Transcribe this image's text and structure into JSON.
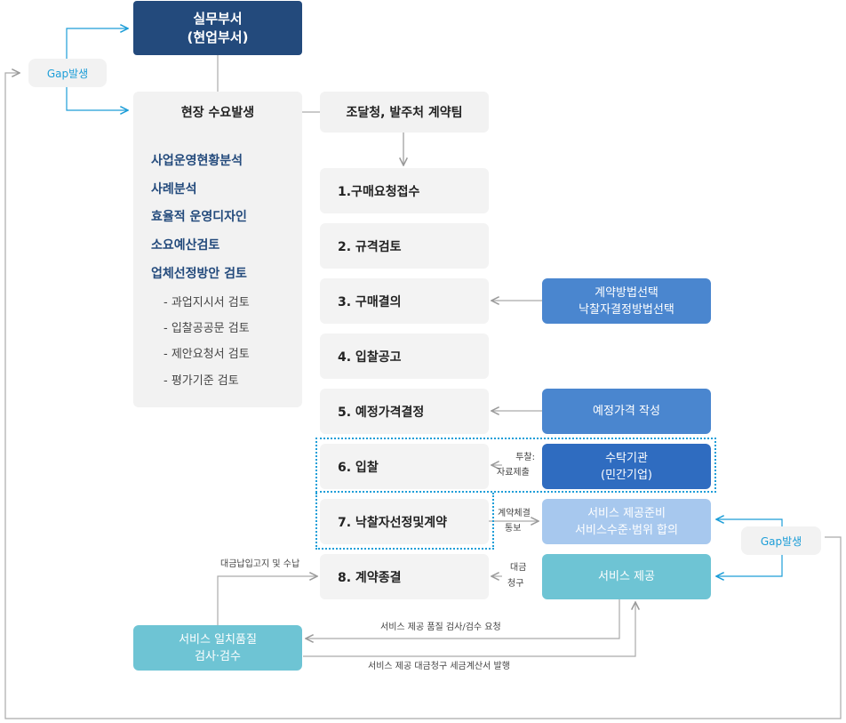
{
  "dept_box": {
    "line1": "실무부서",
    "line2": "(현업부서)"
  },
  "demand_box": {
    "label": "현장 수요발생"
  },
  "procure_box": {
    "label": "조달청, 발주처 계약팀"
  },
  "gap_left": {
    "label": "Gap발생"
  },
  "gap_right": {
    "label": "Gap발생"
  },
  "panel": {
    "items": [
      "사업운영현황분석",
      "사례분석",
      "효율적 운영디자인",
      "소요예산검토",
      "업체선정방안 검토"
    ],
    "sub_items": [
      "- 과업지시서 검토",
      "- 입찰공공문 검토",
      "- 제안요청서 검토",
      "- 평가기준 검토"
    ]
  },
  "steps": [
    "1.구매요청접수",
    "2. 규격검토",
    "3. 구매결의",
    "4. 입찰공고",
    "5.  예정가격결정",
    "6. 입찰",
    "7. 낙찰자선정및계약",
    "8. 계약종결"
  ],
  "side_boxes": {
    "contract_method": {
      "line1": "계약방법선택",
      "line2": "낙찰자결정방법선택"
    },
    "price": {
      "line1": "예정가격 작성"
    },
    "contractor": {
      "line1": "수탁기관",
      "line2": "(민간기업)"
    },
    "service_prep": {
      "line1": "서비스 제공준비",
      "line2": "서비스수준·범위 합의"
    },
    "service_provide": {
      "line1": "서비스 제공"
    },
    "inspection": {
      "line1": "서비스 일치품질",
      "line2": "검사·검수"
    }
  },
  "labels": {
    "bid_1": "투찰:",
    "bid_2": "자료제출",
    "contract_1": "계약체결",
    "contract_2": "통보",
    "invoice_1": "대금",
    "invoice_2": "청구",
    "payment": "대금납입고지 및 수납",
    "quality_request": "서비스 제공 품질 검사/검수 요청",
    "tax_invoice": "서비스 제공 대금청구 세금계산서 발행"
  },
  "colors": {
    "navy": "#234a7c",
    "blue": "#4a86cf",
    "light_blue": "#a7c8ee",
    "teal": "#6ec4d4",
    "accent": "#1d9ed8",
    "gray_box": "#f2f2f2",
    "line_gray": "#aaaaaa"
  }
}
